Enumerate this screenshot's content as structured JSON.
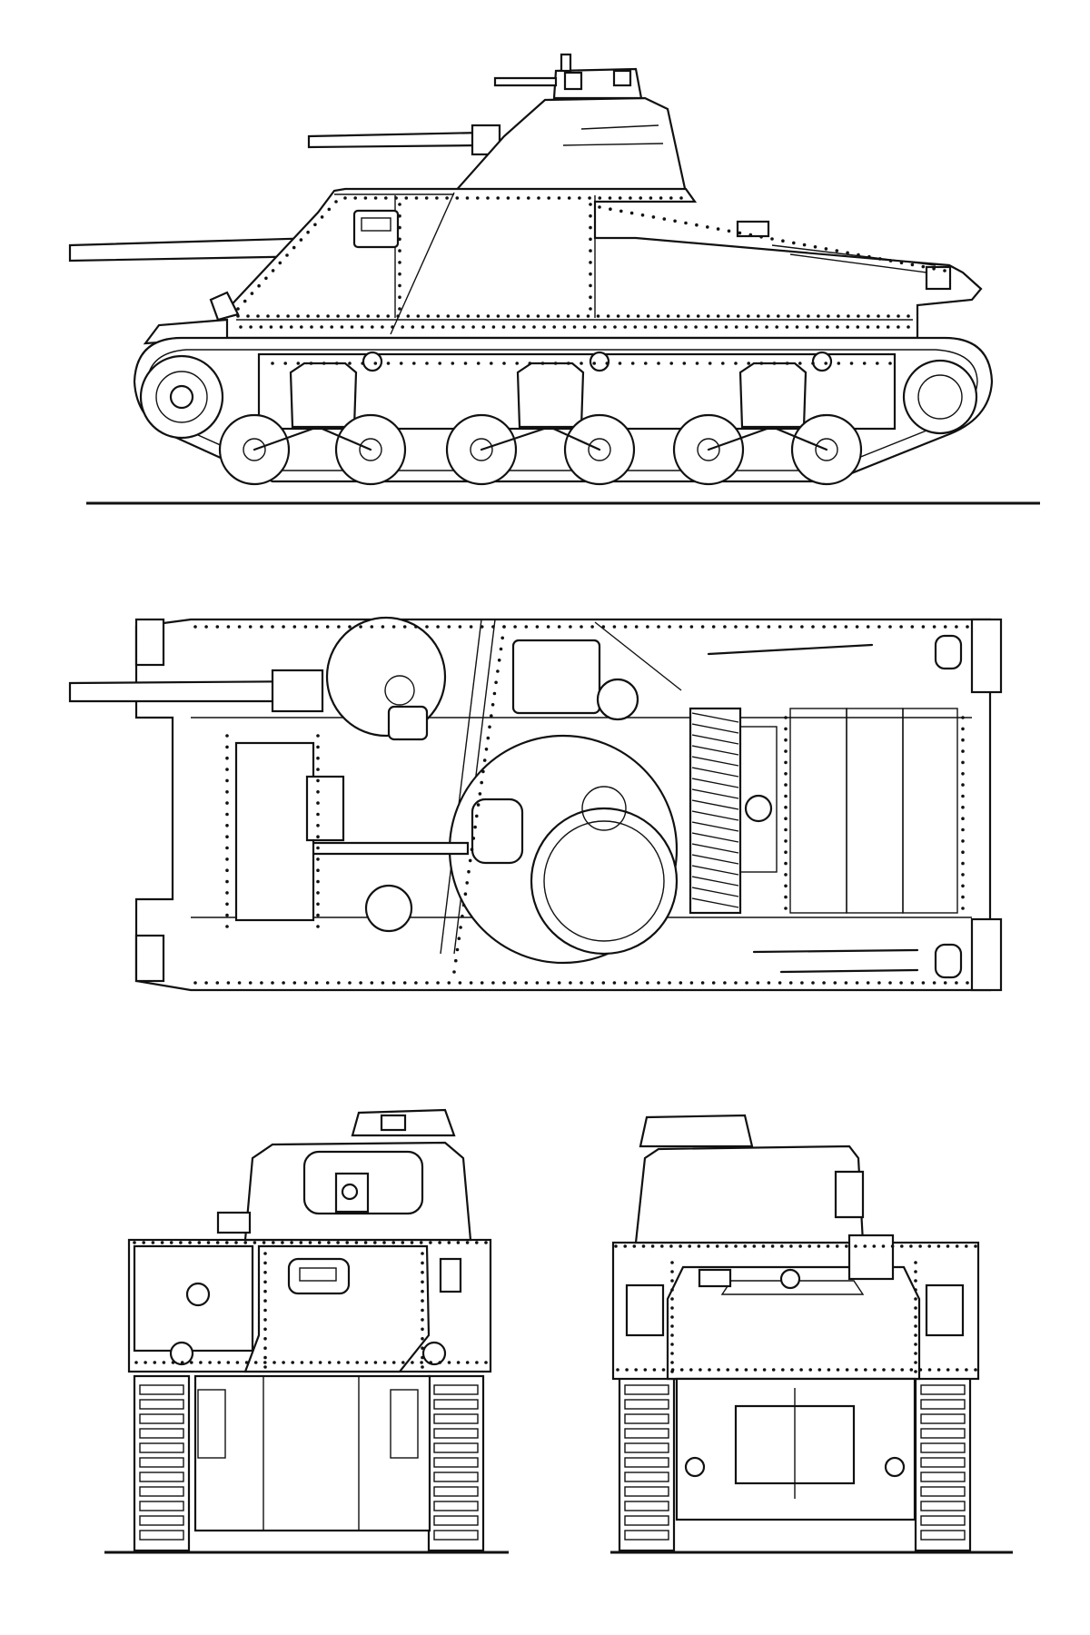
{
  "drawing": {
    "views": [
      {
        "id": "side",
        "name": "side-view"
      },
      {
        "id": "top",
        "name": "top-view"
      },
      {
        "id": "front",
        "name": "front-view"
      },
      {
        "id": "rear",
        "name": "rear-view"
      }
    ]
  }
}
